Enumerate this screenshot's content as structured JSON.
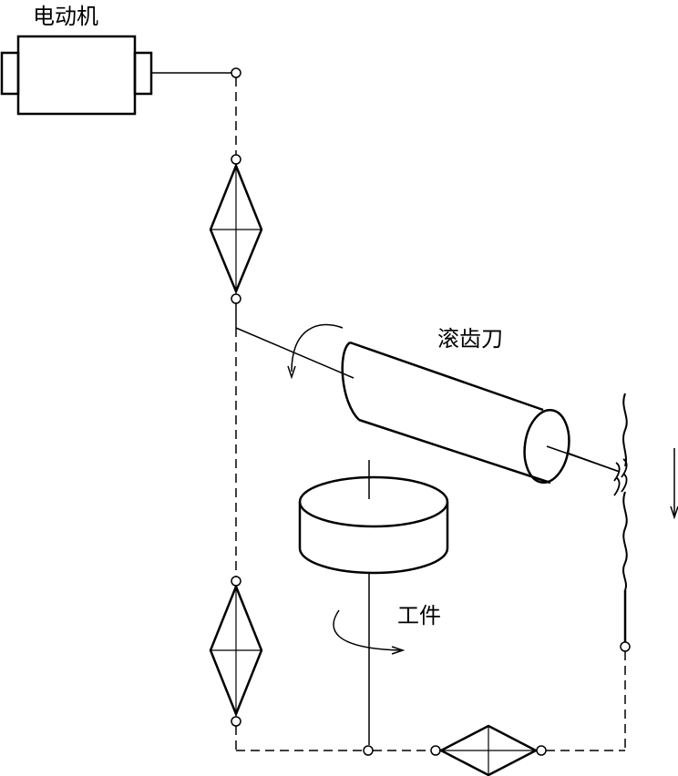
{
  "labels": {
    "motor": "电动机",
    "hob": "滚齿刀",
    "workpiece": "工件"
  },
  "colors": {
    "stroke": "#000000",
    "background": "#ffffff"
  }
}
